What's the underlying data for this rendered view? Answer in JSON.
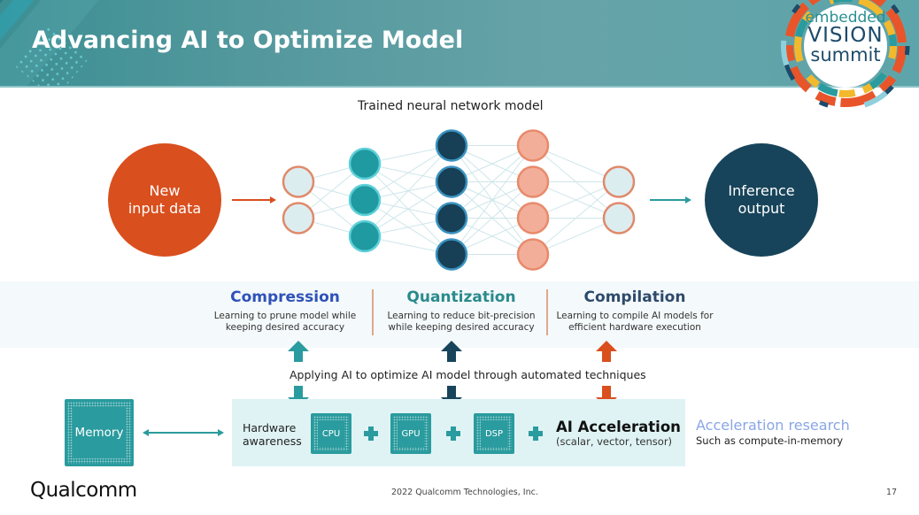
{
  "header": {
    "title": "Advancing AI to Optimize Model",
    "logo": {
      "line1": "embedded",
      "line2": "VISION",
      "line3": "summit"
    }
  },
  "network": {
    "label": "Trained neural network model",
    "input": {
      "line1": "New",
      "line2": "input data",
      "color": "#d94f1e"
    },
    "output": {
      "line1": "Inference",
      "line2": "output",
      "color": "#17445a"
    },
    "layers": [
      {
        "nodes": 2,
        "fill": "#dcedf0",
        "stroke": "#e0896a"
      },
      {
        "nodes": 3,
        "fill": "#1f9aa0",
        "stroke": "#5fd0da"
      },
      {
        "nodes": 4,
        "fill": "#173f56",
        "stroke": "#3a93c0"
      },
      {
        "nodes": 4,
        "fill": "#f2ae98",
        "stroke": "#e88a6c"
      },
      {
        "nodes": 2,
        "fill": "#dcedf0",
        "stroke": "#e0896a"
      }
    ]
  },
  "techniques": [
    {
      "title": "Compression",
      "line1": "Learning to prune model while",
      "line2": "keeping desired accuracy",
      "color": "#2e52b8",
      "arrow_color": "#2a9b9e"
    },
    {
      "title": "Quantization",
      "line1": "Learning to reduce bit-precision",
      "line2": "while keeping desired accuracy",
      "color": "#2a8a8c",
      "arrow_color": "#17445a"
    },
    {
      "title": "Compilation",
      "line1": "Learning to compile AI models for",
      "line2": "efficient hardware execution",
      "color": "#2e4a6a",
      "arrow_color": "#d94f1e"
    }
  ],
  "apply_text": "Applying AI to optimize AI model through automated techniques",
  "hardware": {
    "memory_label": "Memory",
    "awareness_line1": "Hardware",
    "awareness_line2": "awareness",
    "chips": [
      "CPU",
      "GPU",
      "DSP"
    ],
    "ai_acceleration": {
      "title": "AI Acceleration",
      "subtitle": "(scalar, vector, tensor)"
    },
    "research": {
      "title": "Acceleration research",
      "subtitle": "Such as compute-in-memory"
    }
  },
  "footer": {
    "company": "Qualcomm",
    "copyright": "2022 Qualcomm Technologies, Inc.",
    "page_number": "17"
  }
}
